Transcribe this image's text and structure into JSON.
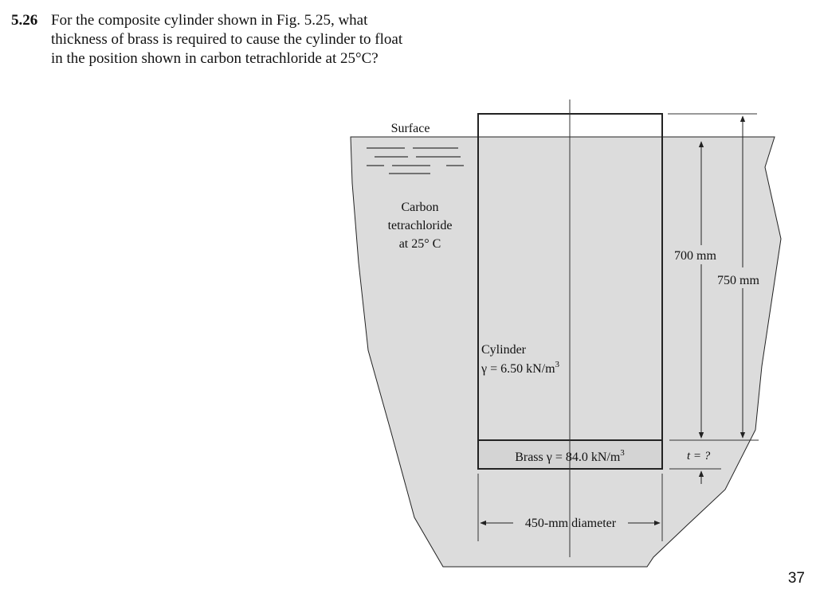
{
  "problem": {
    "number": "5.26",
    "lines": [
      "For the composite cylinder shown in Fig. 5.25, what",
      "thickness of brass is required to cause the cylinder to float",
      "in the position shown in carbon tetrachloride at 25°C?"
    ]
  },
  "figure": {
    "surface_label": "Surface",
    "fluid_label_lines": [
      "Carbon",
      "tetrachloride",
      "at 25° C"
    ],
    "cylinder_label": "Cylinder",
    "cylinder_gamma_prefix": "γ = 6.50 kN/m",
    "cylinder_gamma_exp": "3",
    "brass_prefix": "Brass γ = 84.0 kN/m",
    "brass_exp": "3",
    "dim_700": "700 mm",
    "dim_750": "750 mm",
    "dim_t": "t = ?",
    "diameter_label": "450-mm diameter",
    "colors": {
      "fluid": "#dcdcdc",
      "line": "#222222"
    }
  },
  "page_number": "37"
}
